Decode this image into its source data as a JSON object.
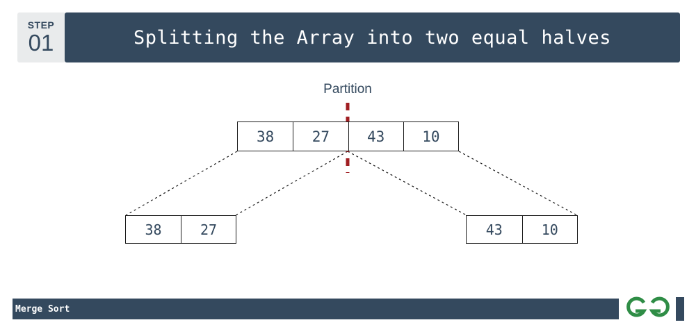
{
  "header": {
    "step_word": "STEP",
    "step_number": "01",
    "title": "Splitting the Array into two equal halves",
    "bar_color": "#34495e",
    "badge_color": "#e9ebec",
    "title_color": "#ffffff"
  },
  "diagram": {
    "partition_label": "Partition",
    "partition_line_color": "#a01e22",
    "cell_text_color": "#34495e",
    "border_color": "#1b1b1b",
    "connector_color": "#1b1b1b",
    "arrays": {
      "top": {
        "name": "original-array",
        "values": [
          "38",
          "27",
          "43",
          "10"
        ]
      },
      "left": {
        "name": "left-half-array",
        "values": [
          "38",
          "27"
        ]
      },
      "right": {
        "name": "right-half-array",
        "values": [
          "43",
          "10"
        ]
      }
    }
  },
  "footer": {
    "label": "Merge Sort",
    "bar_color": "#34495e",
    "logo_name": "geeksforgeeks-logo",
    "logo_color": "#2f8d46"
  }
}
